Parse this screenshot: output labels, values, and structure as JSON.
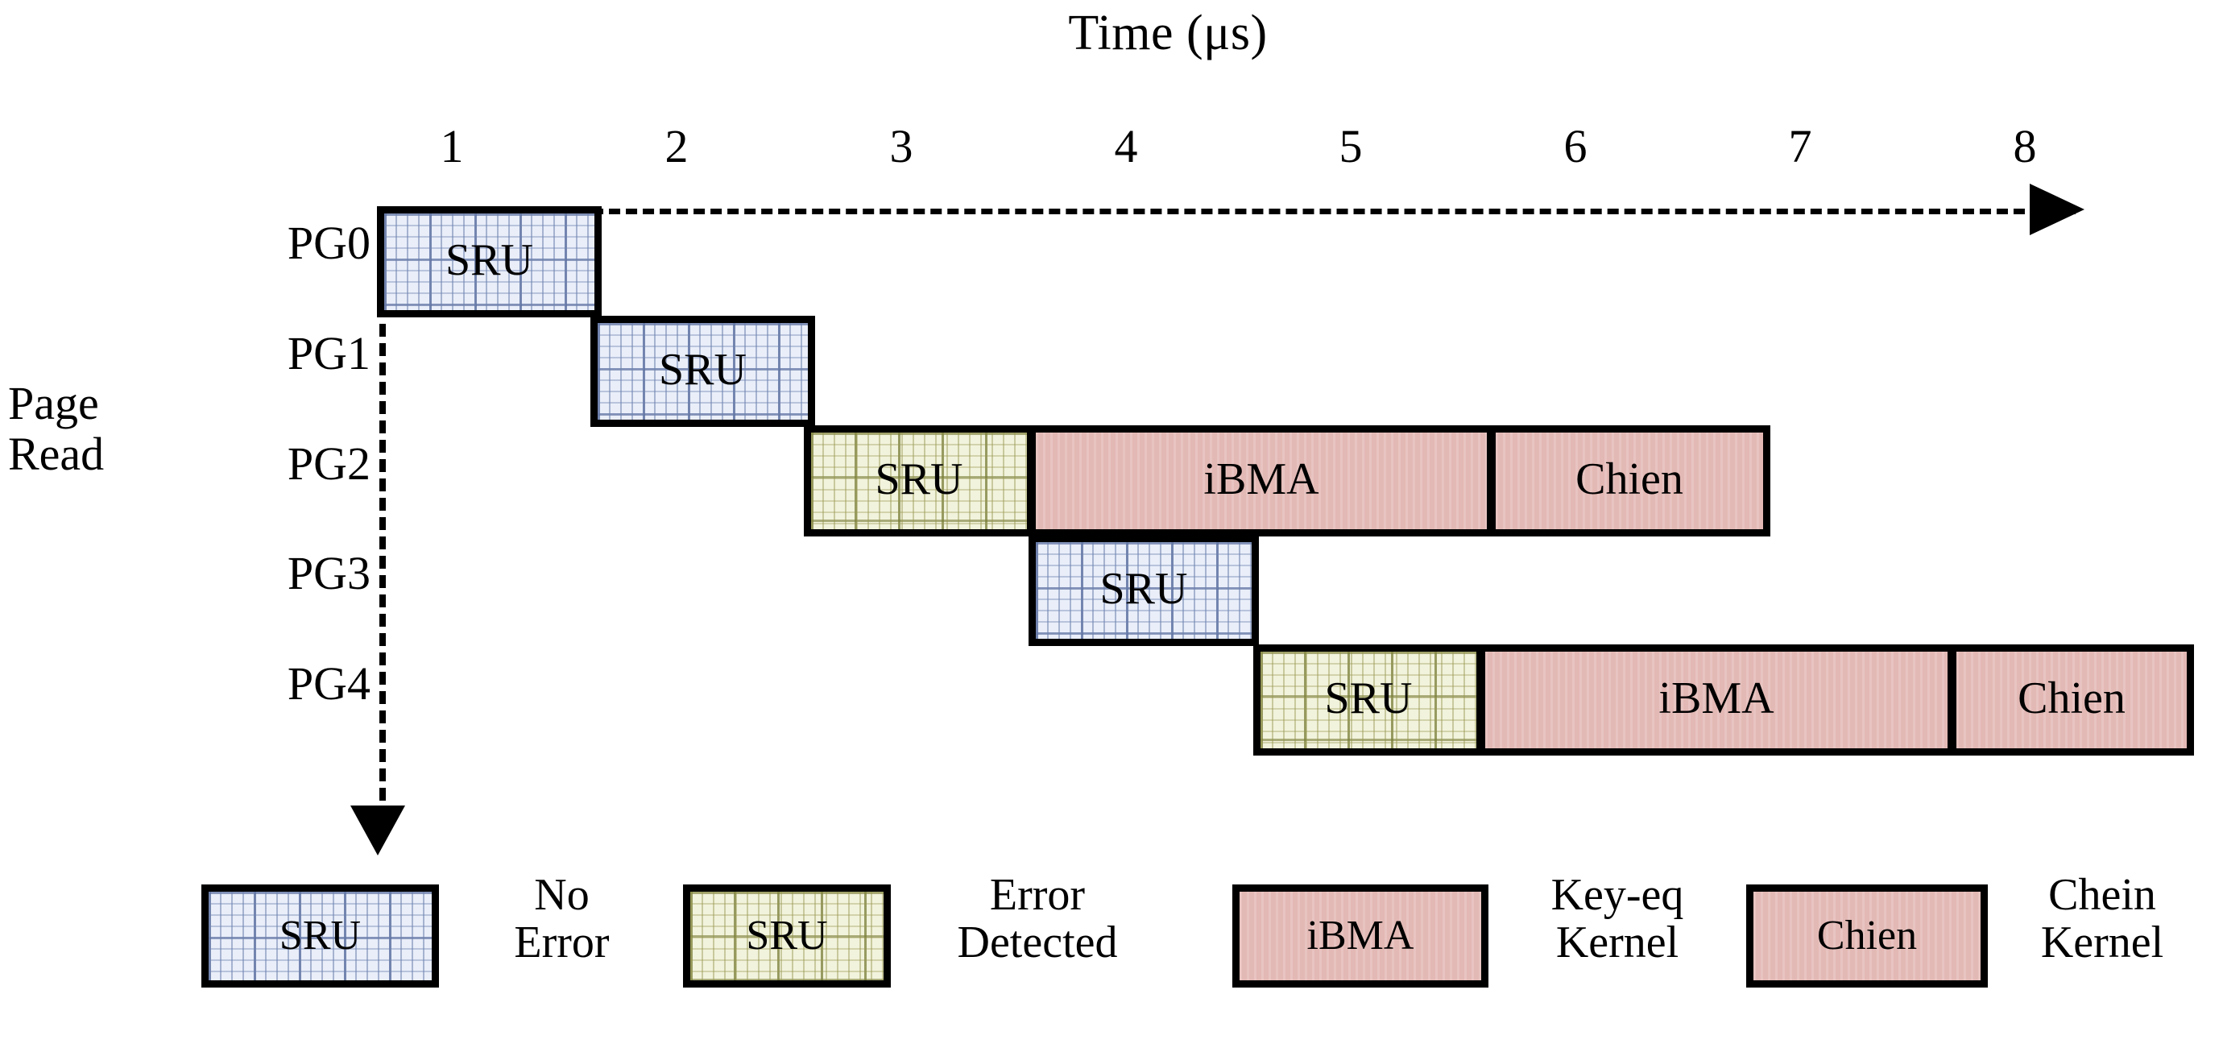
{
  "axis": {
    "title": "Time (μs)",
    "ticks": [
      "1",
      "2",
      "3",
      "4",
      "5",
      "6",
      "7",
      "8"
    ],
    "unit": "μs"
  },
  "row_axis": {
    "caption_line1": "Page",
    "caption_line2": "Read",
    "labels": [
      "PG0",
      "PG1",
      "PG2",
      "PG3",
      "PG4"
    ]
  },
  "chart_data": {
    "type": "gantt",
    "title": "Time (μs)",
    "xlabel": "Time (μs)",
    "ylabel": "Page Read",
    "xlim": [
      0,
      8.8
    ],
    "xticks": [
      1,
      2,
      3,
      4,
      5,
      6,
      7,
      8
    ],
    "grid": false,
    "legend_position": "bottom",
    "categories": [
      "PG0",
      "PG1",
      "PG2",
      "PG3",
      "PG4"
    ],
    "series": [
      {
        "name": "SRU No Error",
        "kind": "sru-no-error",
        "color": "#e9eef9"
      },
      {
        "name": "SRU Error",
        "kind": "sru-error",
        "color": "#f2f3dc"
      },
      {
        "name": "iBMA",
        "kind": "key-eq-kernel",
        "color": "#e3b9b5"
      },
      {
        "name": "Chien",
        "kind": "chein-kernel",
        "color": "#e3b9b5"
      }
    ],
    "tasks": [
      {
        "row": "PG0",
        "label": "SRU",
        "kind": "sru-no-error",
        "start": 0.6,
        "end": 1.58
      },
      {
        "row": "PG1",
        "label": "SRU",
        "kind": "sru-no-error",
        "start": 1.55,
        "end": 2.53
      },
      {
        "row": "PG2",
        "label": "SRU",
        "kind": "sru-error",
        "start": 2.5,
        "end": 3.5
      },
      {
        "row": "PG2",
        "label": "iBMA",
        "kind": "key-eq-kernel",
        "start": 3.5,
        "end": 5.56
      },
      {
        "row": "PG2",
        "label": "Chien",
        "kind": "chein-kernel",
        "start": 5.56,
        "end": 6.8
      },
      {
        "row": "PG3",
        "label": "SRU",
        "kind": "sru-no-error",
        "start": 3.45,
        "end": 4.45
      },
      {
        "row": "PG4",
        "label": "SRU",
        "kind": "sru-error",
        "start": 4.42,
        "end": 5.42
      },
      {
        "row": "PG4",
        "label": "iBMA",
        "kind": "key-eq-kernel",
        "start": 5.42,
        "end": 7.52
      },
      {
        "row": "PG4",
        "label": "Chien",
        "kind": "chein-kernel",
        "start": 7.52,
        "end": 8.58
      }
    ]
  },
  "legend": [
    {
      "box_label": "SRU",
      "style": "fill-blue",
      "text_line1": "No",
      "text_line2": "Error"
    },
    {
      "box_label": "SRU",
      "style": "fill-olive",
      "text_line1": "Error",
      "text_line2": "Detected"
    },
    {
      "box_label": "iBMA",
      "style": "fill-pink",
      "text_line1": "Key-eq",
      "text_line2": "Kernel"
    },
    {
      "box_label": "Chien",
      "style": "fill-pink",
      "text_line1": "Chein",
      "text_line2": "Kernel"
    }
  ],
  "colors": {
    "sru_no_error": "#e9eef9",
    "sru_error": "#f2f3dc",
    "kernel_pink": "#e3b9b5",
    "outline": "#000000"
  }
}
